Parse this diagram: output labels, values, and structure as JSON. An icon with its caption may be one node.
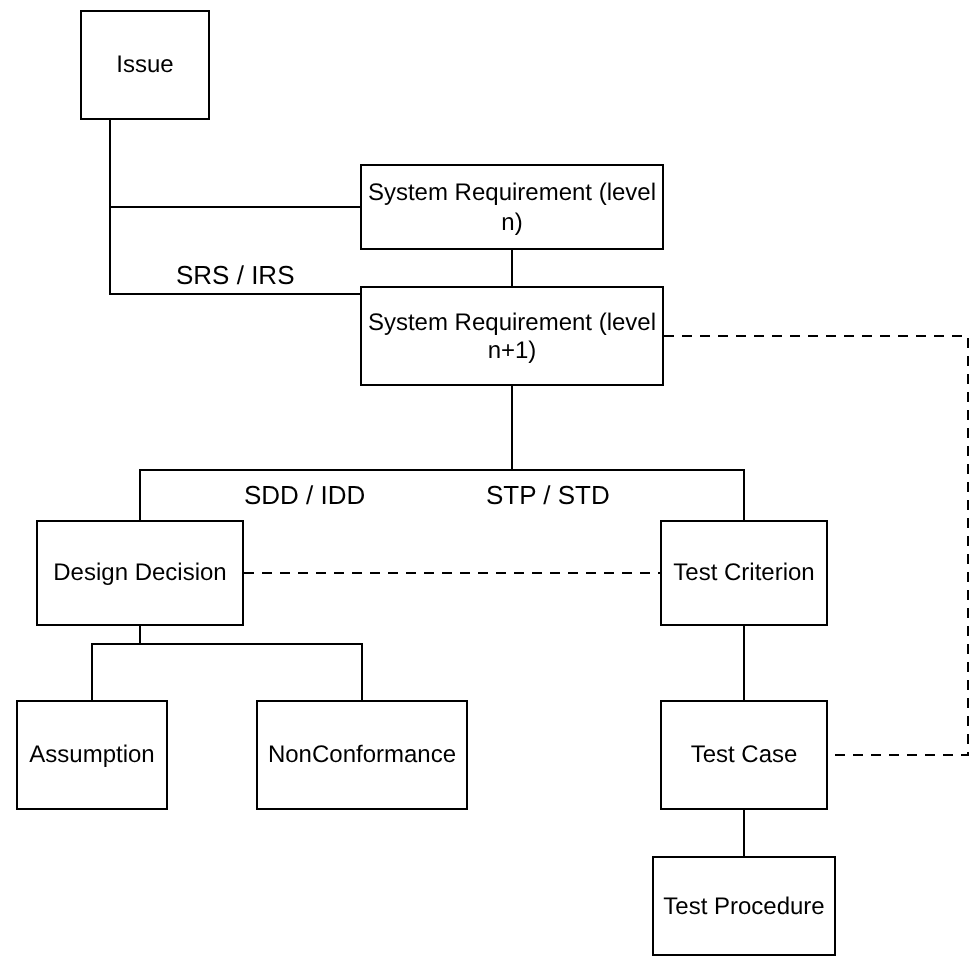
{
  "diagram": {
    "nodes": [
      {
        "text": [
          "Issue"
        ]
      },
      {
        "text": [
          "System Requirement (level n)"
        ]
      },
      {
        "text": [
          "System Requirement (level n+1)"
        ]
      },
      {
        "text": [
          "Design Decision"
        ]
      },
      {
        "text": [
          "Test Criterion"
        ]
      },
      {
        "text": [
          "Assumption"
        ]
      },
      {
        "text": [
          "NonConformance"
        ]
      },
      {
        "text": [
          "Test Case"
        ]
      },
      {
        "text": [
          "Test Procedure"
        ]
      }
    ],
    "edges": [
      {
        "from": 0,
        "to": 1,
        "arrow": "none"
      },
      {
        "from": 0,
        "to": 2,
        "arrow": "none"
      },
      {
        "from": 1,
        "to": 2,
        "arrow": "none"
      },
      {
        "from": 2,
        "to": 3,
        "arrow": "none"
      },
      {
        "from": 2,
        "to": 4,
        "arrow": "none"
      },
      {
        "from": 3,
        "to": 4,
        "arrow": "none",
        "style": "dashed"
      },
      {
        "from": 3,
        "to": 5,
        "arrow": "none"
      },
      {
        "from": 3,
        "to": 6,
        "arrow": "none"
      },
      {
        "from": 4,
        "to": 7,
        "arrow": "none"
      },
      {
        "from": 7,
        "to": 8,
        "arrow": "none"
      },
      {
        "from": 2,
        "to": 7,
        "arrow": "none",
        "style": "dashed"
      }
    ],
    "labels": [
      "SRS / IRS",
      "SDD / IDD",
      "STP / STD"
    ]
  }
}
